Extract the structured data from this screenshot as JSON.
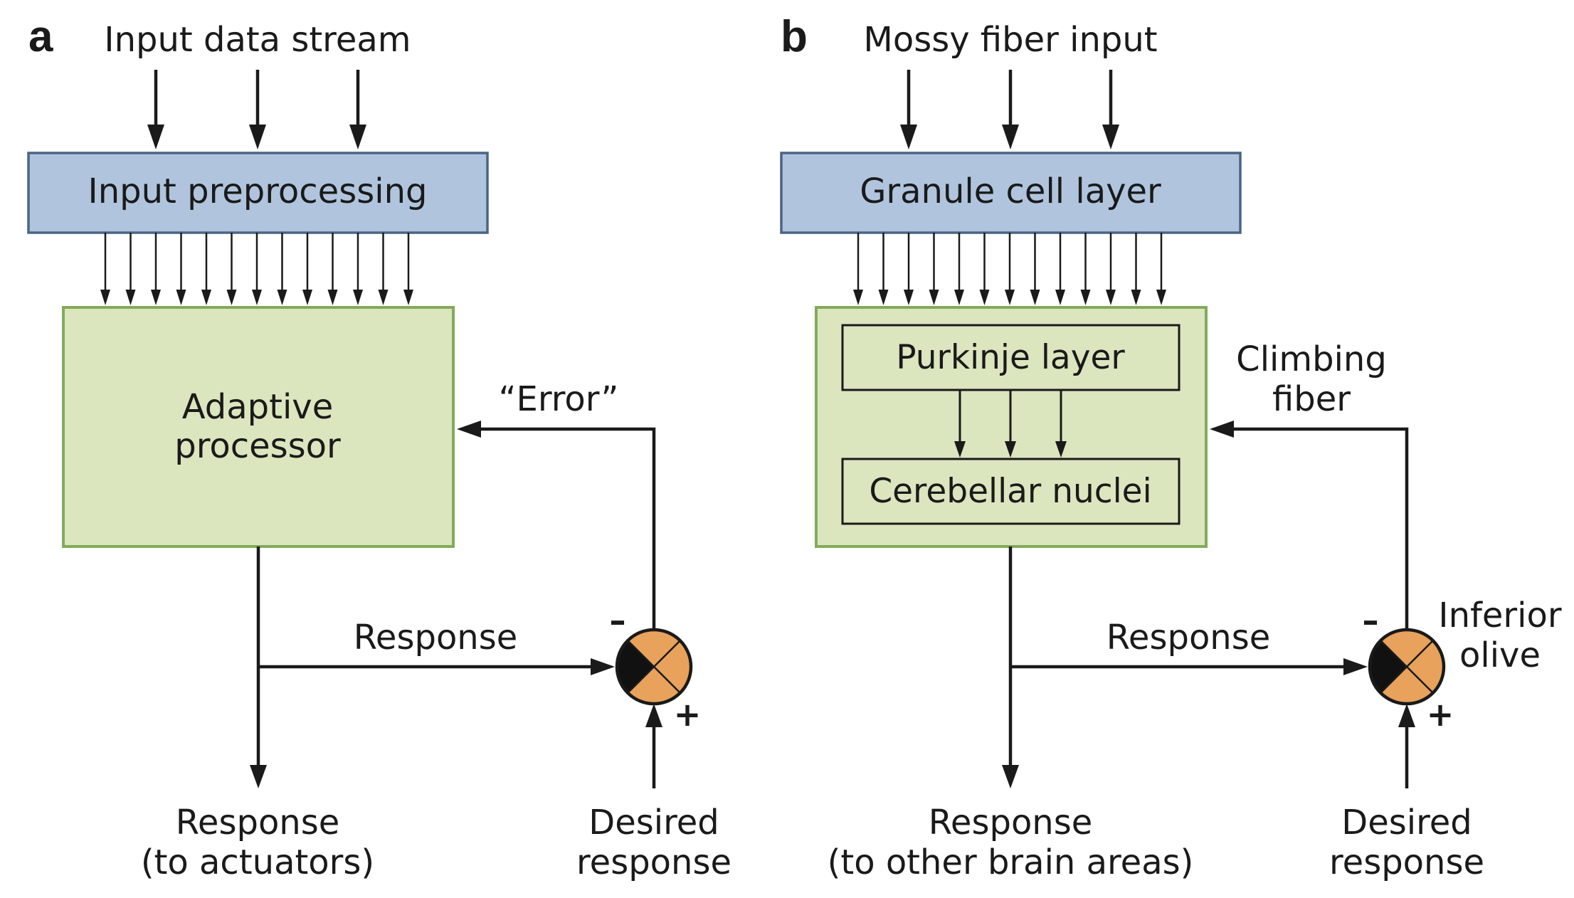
{
  "panel_a": {
    "letter": "a",
    "input_label": "Input data stream",
    "preprocess_label": "Input preprocessing",
    "processor_label_line1": "Adaptive",
    "processor_label_line2": "processor",
    "error_label": "“Error”",
    "response_label": "Response",
    "output_label_line1": "Response",
    "output_label_line2": "(to actuators)",
    "desired_label_line1": "Desired",
    "desired_label_line2": "response",
    "minus_sign": "–",
    "plus_sign": "+"
  },
  "panel_b": {
    "letter": "b",
    "input_label": "Mossy fiber input",
    "preprocess_label": "Granule cell layer",
    "purkinje_label": "Purkinje layer",
    "nuclei_label": "Cerebellar nuclei",
    "climbing_label_line1": "Climbing",
    "climbing_label_line2": "fiber",
    "olive_label_line1": "Inferior",
    "olive_label_line2": "olive",
    "response_label": "Response",
    "output_label_line1": "Response",
    "output_label_line2": "(to other brain areas)",
    "desired_label_line1": "Desired",
    "desired_label_line2": "response",
    "minus_sign": "–",
    "plus_sign": "+"
  },
  "colors": {
    "preprocess_fill": "#b0c5dd",
    "processor_fill": "#dbe6bf",
    "comparator_fill": "#e8a25c",
    "comparator_dark": "#111111"
  }
}
